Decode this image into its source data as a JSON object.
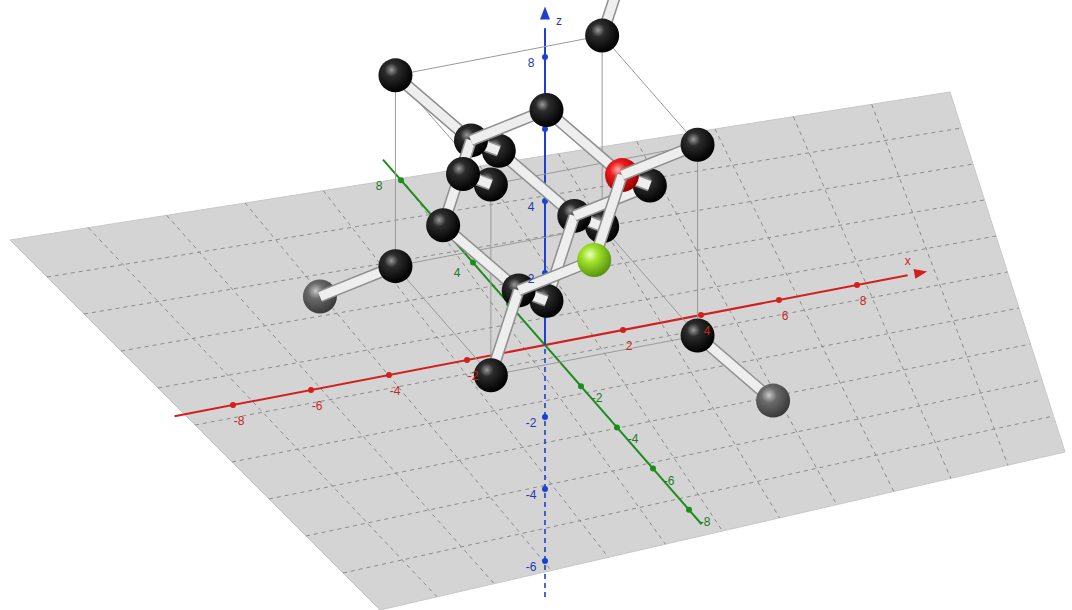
{
  "diagram": {
    "labels": [
      "x",
      "-8",
      "-6",
      "-4",
      "-2",
      "2",
      "4",
      "6",
      "8",
      "8",
      "4",
      "-2",
      "-4",
      "-6",
      "-8",
      "z",
      "8",
      "4",
      "2",
      "-2",
      "-4",
      "-6"
    ]
  }
}
